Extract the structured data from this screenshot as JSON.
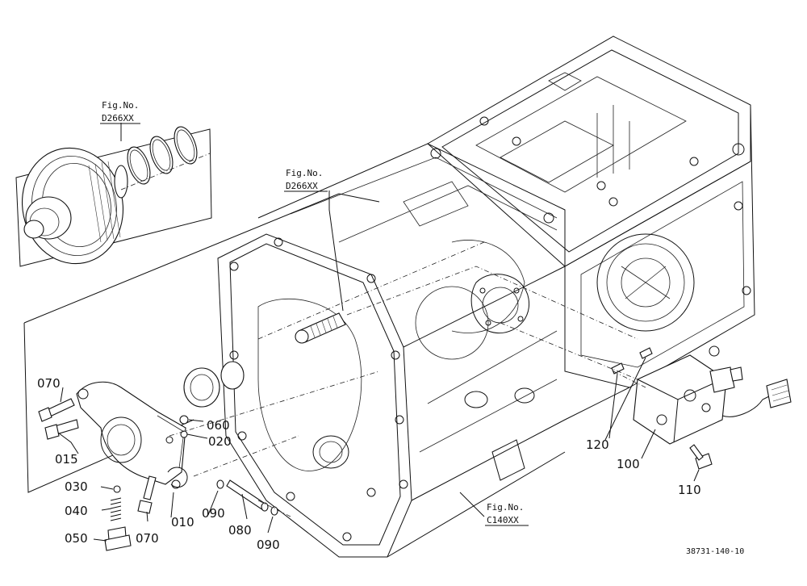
{
  "figure_refs": [
    {
      "key": "fig_top_left",
      "line1": "Fig.No.",
      "line2": "D266XX"
    },
    {
      "key": "fig_center",
      "line1": "Fig.No.",
      "line2": "D266XX"
    },
    {
      "key": "fig_bottom",
      "line1": "Fig.No.",
      "line2": "C140XX"
    }
  ],
  "part_numbers": [
    "070",
    "015",
    "060",
    "020",
    "030",
    "040",
    "050",
    "070",
    "010",
    "090",
    "080",
    "090",
    "120",
    "100",
    "110"
  ],
  "drawing_id": "38731-140-10"
}
